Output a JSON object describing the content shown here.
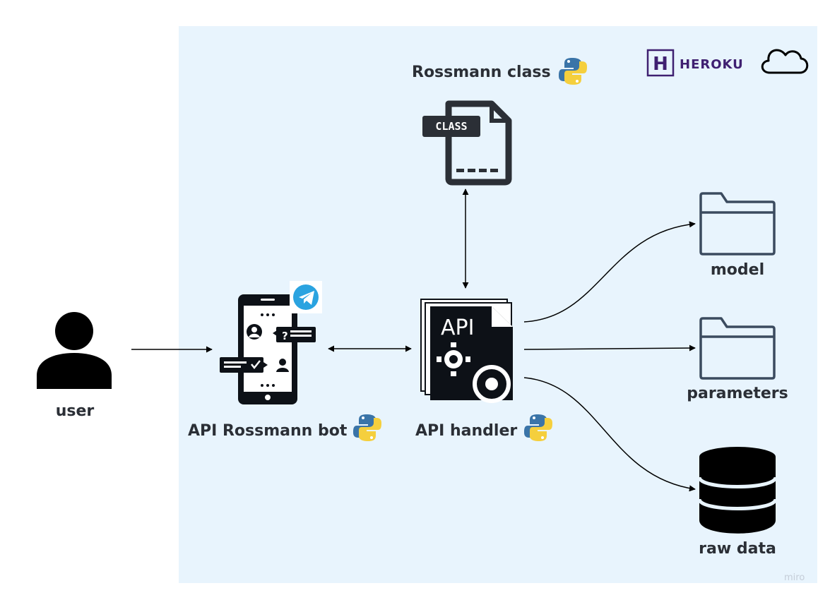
{
  "labels": {
    "user": "user",
    "bot": "API Rossmann bot",
    "handler": "API handler",
    "rossmann_class": "Rossmann class",
    "model": "model",
    "parameters": "parameters",
    "raw_data": "raw data"
  },
  "heroku": {
    "brand": "HEROKU",
    "logo_letter": "H"
  },
  "class_file": {
    "tag": "CLASS"
  },
  "api_doc": {
    "tag": "API"
  },
  "watermark": "miro",
  "colors": {
    "frame_bg": "#e8f4fd",
    "icon_dark": "#0d1117",
    "folder_stroke": "#3b4b5f",
    "heroku": "#3f2071",
    "telegram": "#2aa3e0",
    "python_blue": "#3a74a8",
    "python_yellow": "#f5cf3d"
  }
}
